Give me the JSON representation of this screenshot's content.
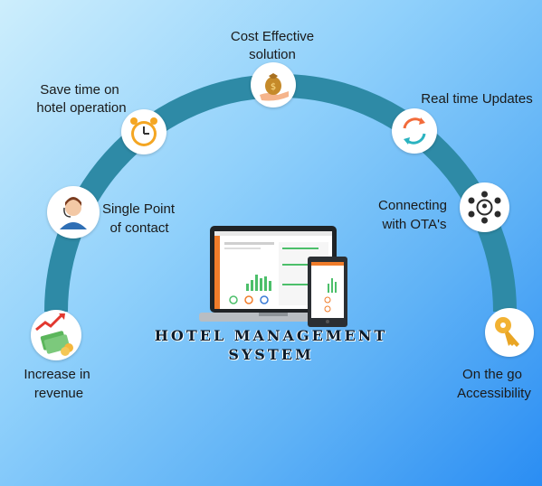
{
  "features": {
    "cost": {
      "line1": "Cost Effective",
      "line2": "solution"
    },
    "time": {
      "line1": "Save time on",
      "line2": "hotel operation"
    },
    "realtime": {
      "line1": "Real time Updates"
    },
    "single": {
      "line1": "Single Point",
      "line2": "of contact"
    },
    "ota": {
      "line1": "Connecting",
      "line2": "with OTA's"
    },
    "revenue": {
      "line1": "Increase in",
      "line2": "revenue"
    },
    "onthego": {
      "line1": "On the go",
      "line2": "Accessibility"
    }
  },
  "title": {
    "line1": "HOTEL MANAGEMENT",
    "line2": "SYSTEM"
  },
  "icons": [
    "money-bag-icon",
    "alarm-clock-icon",
    "refresh-arrows-icon",
    "support-agent-icon",
    "network-people-icon",
    "revenue-growth-icon",
    "key-icon"
  ],
  "colors": {
    "arc": "#2e8aa6",
    "background_top": "#cdeefc",
    "background_bottom": "#2a8df3"
  }
}
